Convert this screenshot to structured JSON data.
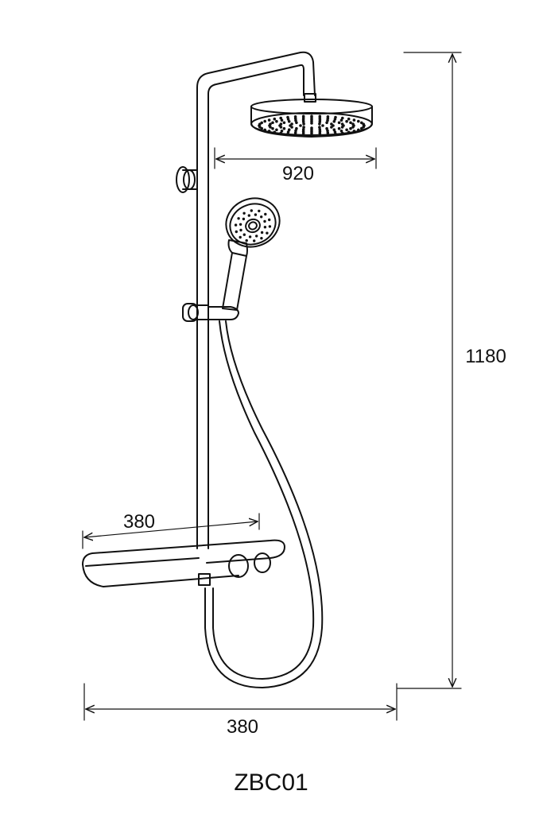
{
  "dimensions": {
    "head_arm_width": "920",
    "shelf_width": "380",
    "total_width": "380",
    "total_height": "1180"
  },
  "model": "ZBC01",
  "colors": {
    "line": "#111111",
    "background": "#ffffff"
  }
}
